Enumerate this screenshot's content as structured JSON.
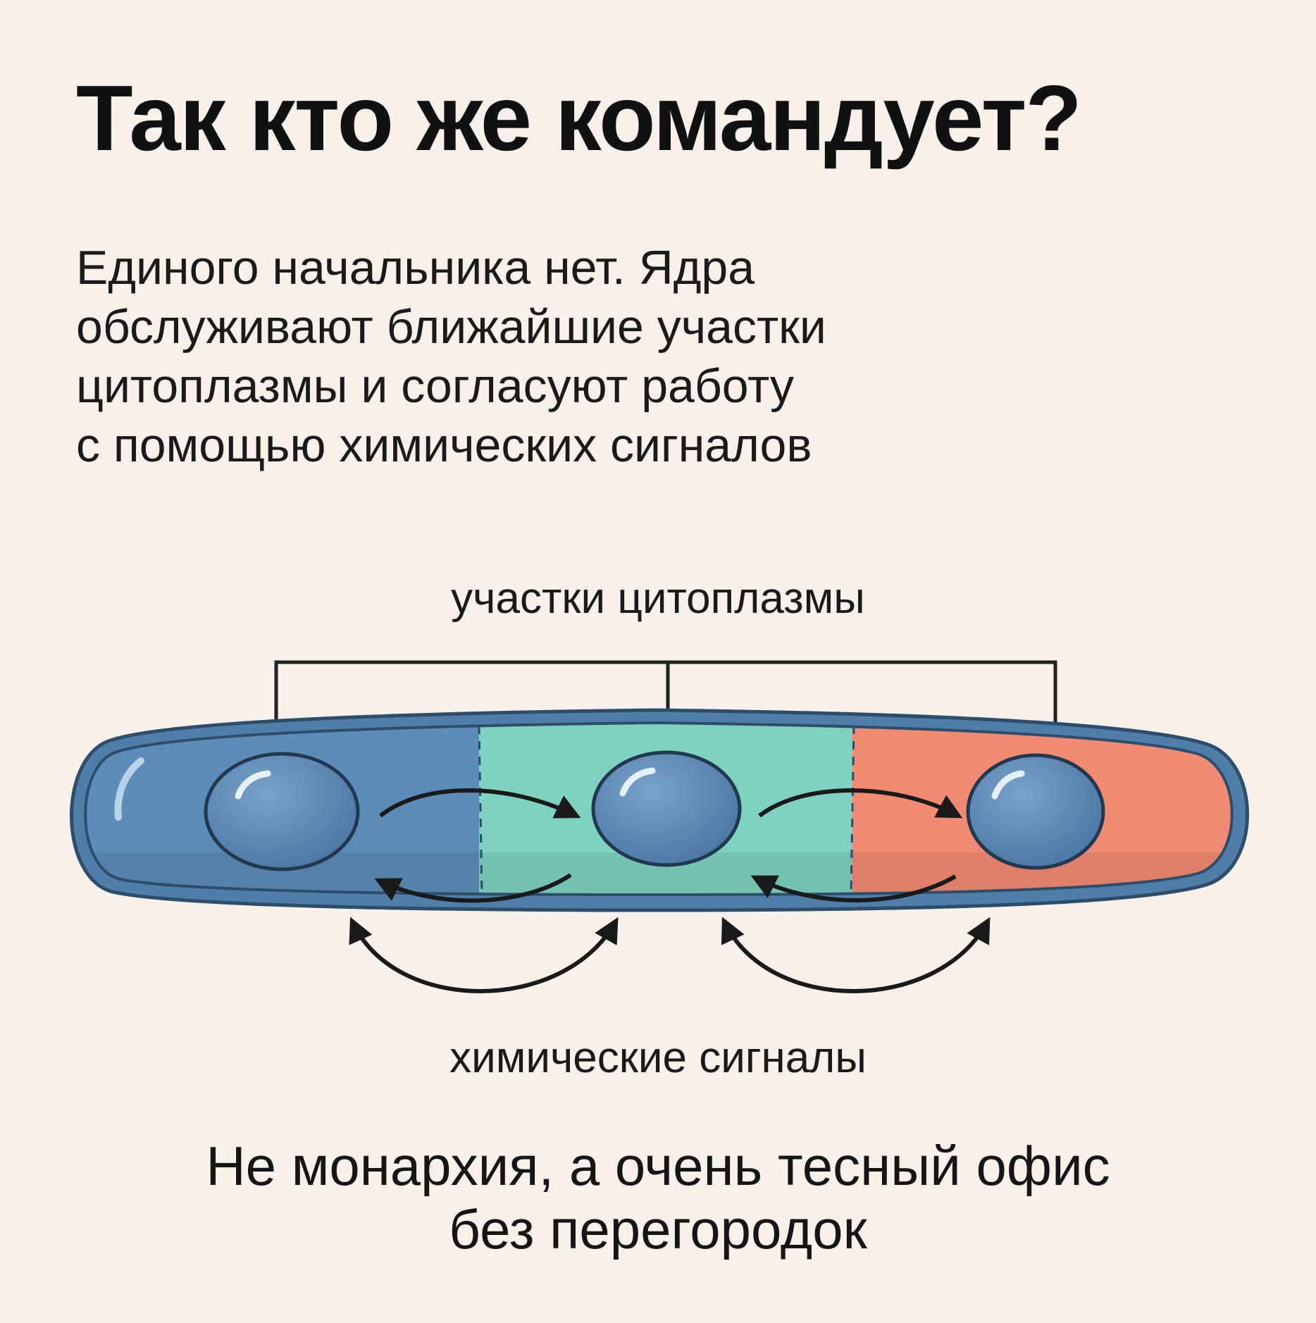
{
  "title": "Так кто же командует?",
  "body_lines": [
    "Единого начальника нет. Ядра",
    "обслуживают ближайшие участки",
    "цитоплазмы и согласуют работу",
    "с помощью химических сигналов"
  ],
  "diagram": {
    "top_label": "участки цитоплазмы",
    "bottom_label": "химические сигналы",
    "colors": {
      "segment_left": "#5b8db8",
      "segment_middle": "#7ed3c0",
      "segment_right": "#f08a72",
      "membrane": "#4f7ea9",
      "nucleus": "#5b86b2",
      "arrow": "#1a1a1a",
      "bracket": "#222222"
    }
  },
  "footer_lines": [
    "Не монархия, а очень тесный офис",
    "без перегородок"
  ]
}
